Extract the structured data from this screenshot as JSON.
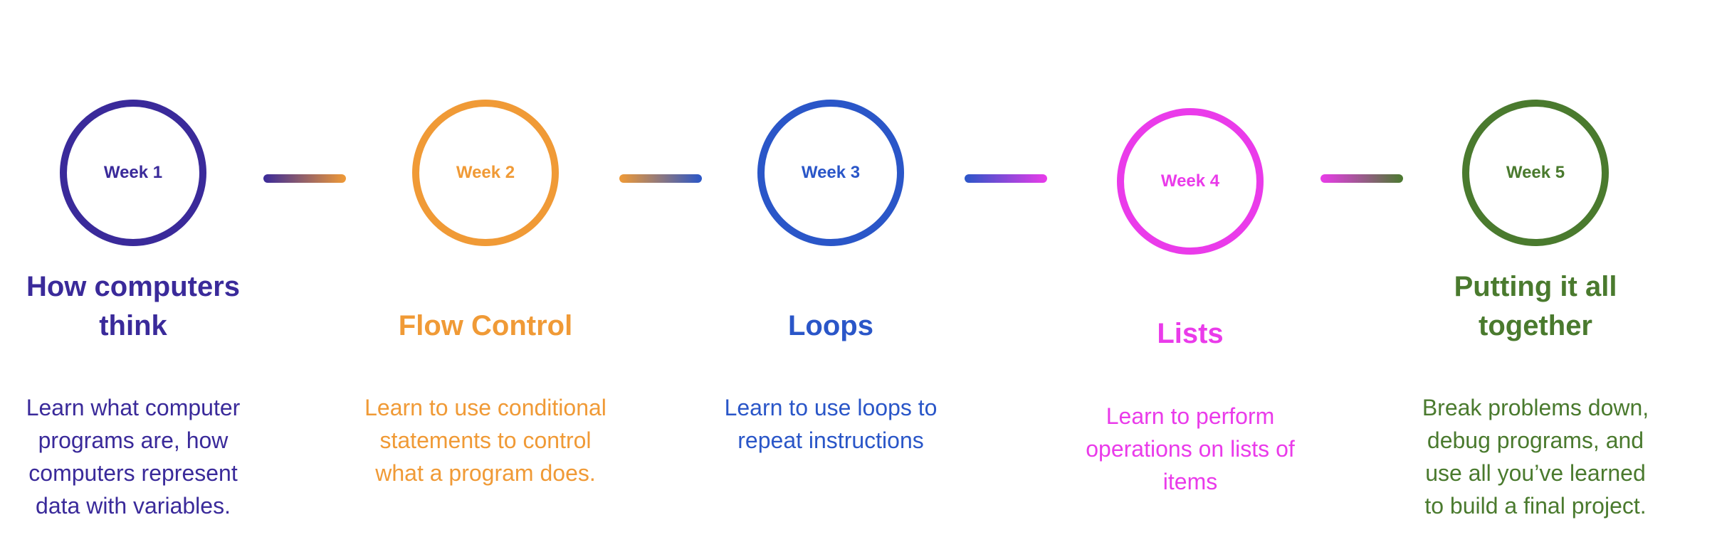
{
  "weeks": [
    {
      "label": "Week 1",
      "title": "How computers think",
      "description": "Learn what computer programs are, how computers represent data with variables.",
      "color": "#3a2a9a"
    },
    {
      "label": "Week 2",
      "title": "Flow Control",
      "description": "Learn to use conditional statements to control what a program does.",
      "color": "#f09a36"
    },
    {
      "label": "Week 3",
      "title": "Loops",
      "description": "Learn to use loops to repeat instructions",
      "color": "#2a56c8"
    },
    {
      "label": "Week 4",
      "title": "Lists",
      "description": "Learn to perform operations on lists of items",
      "color": "#ea3bea"
    },
    {
      "label": "Week 5",
      "title": "Putting it all together",
      "description": "Break problems down, debug programs, and use all you’ve learned to build a final project.",
      "color": "#4a7a2e"
    }
  ]
}
